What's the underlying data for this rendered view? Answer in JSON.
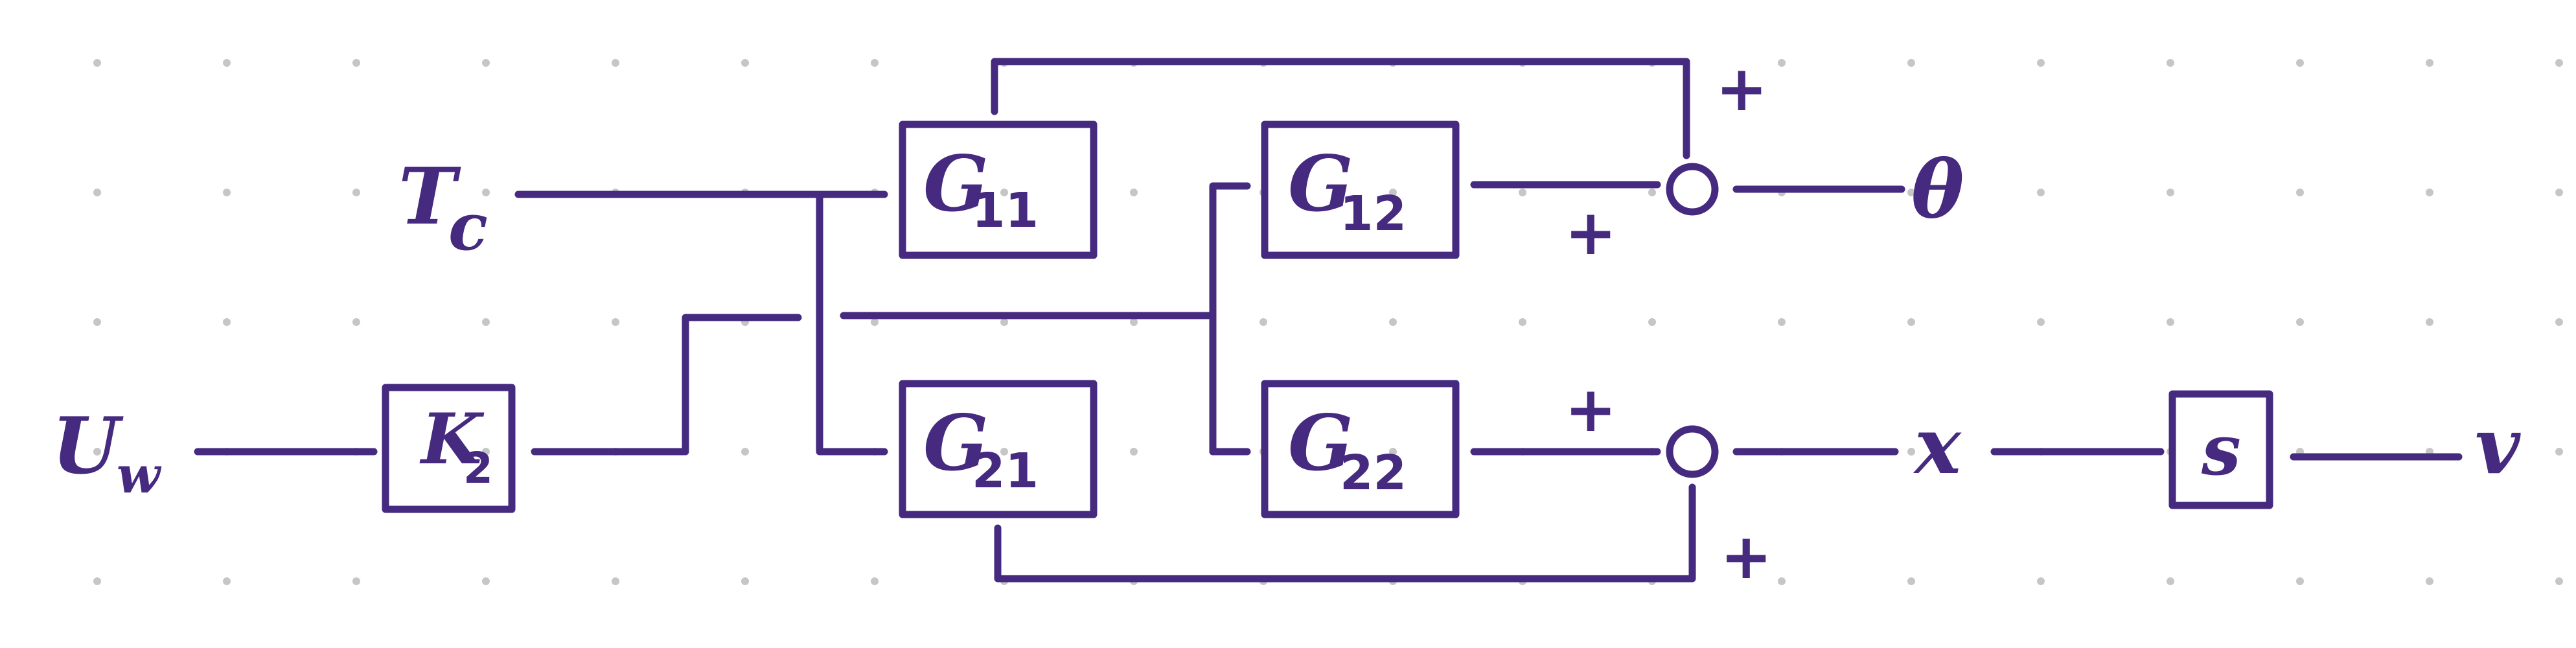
{
  "colors": {
    "ink": "#452a7f",
    "grid_dot": "#c6c6c6",
    "background": "#ffffff"
  },
  "inputs": {
    "torque": {
      "main": "T",
      "sub": "c"
    },
    "voltage": {
      "main": "U",
      "sub": "w"
    }
  },
  "outputs": {
    "angle": "θ",
    "position": "x",
    "velocity": "v"
  },
  "blocks": {
    "k2": {
      "main": "K",
      "sub": "2"
    },
    "g11": {
      "main": "G",
      "sub": "11"
    },
    "g12": {
      "main": "G",
      "sub": "12"
    },
    "g21": {
      "main": "G",
      "sub": "21"
    },
    "g22": {
      "main": "G",
      "sub": "22"
    },
    "s": {
      "main": "s"
    }
  },
  "summing_signs": {
    "top_junction_upper": "+",
    "top_junction_lower": "+",
    "bottom_junction_upper": "+",
    "bottom_junction_lower": "+"
  }
}
